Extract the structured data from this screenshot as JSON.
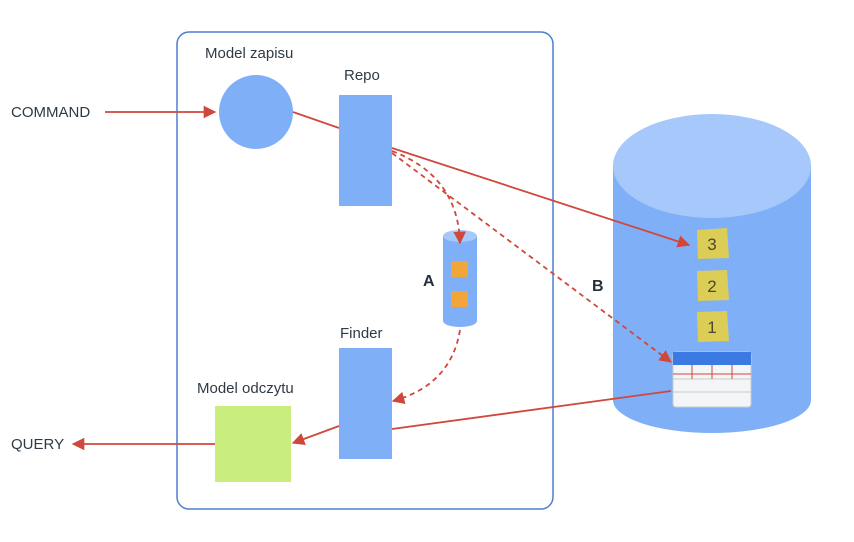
{
  "labels": {
    "command": "COMMAND",
    "query": "QUERY",
    "write_model": "Model zapisu",
    "repo": "Repo",
    "finder": "Finder",
    "read_model": "Model odczytu",
    "path_a": "A",
    "path_b": "B"
  },
  "event_store_items": [
    "3",
    "2",
    "1"
  ],
  "colors": {
    "arrow": "#d0473c",
    "blue": "#7fb0f7",
    "blue_top": "#a6c8fb",
    "green": "#c9ee7d",
    "sticky": "#dccd56",
    "queue_item": "#f2a53a",
    "container_border": "#4c7fd0",
    "table_header": "#3b7ae2"
  }
}
